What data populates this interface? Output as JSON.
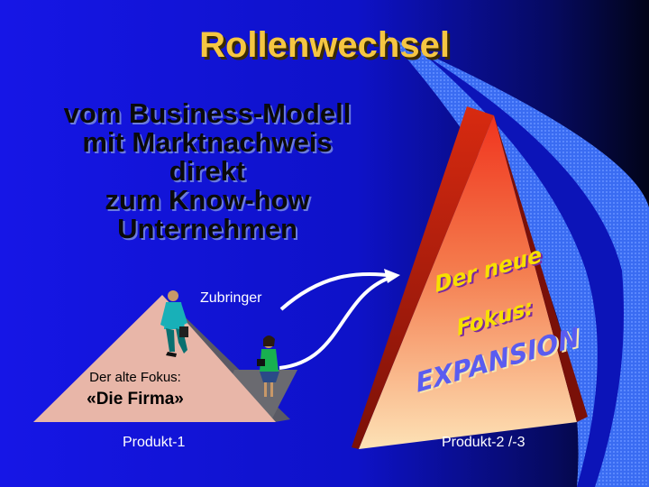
{
  "slide": {
    "title": "Rollenwechsel",
    "subtitle_lines": [
      "vom Business-Modell",
      "mit Marktnachweis",
      "direkt",
      "zum Know-how",
      "Unternehmen"
    ],
    "feeder_label": "Zubringer",
    "old_focus": {
      "label": "Der alte Fokus:",
      "name": "«Die Firma»",
      "product": "Produkt-1"
    },
    "new_focus": {
      "line1": "Der neue",
      "line2": "Fokus:",
      "line3": "EXPANSION",
      "product": "Produkt-2 /-3"
    },
    "colors": {
      "background": "#1414e0",
      "title": "#f5c642",
      "old_pyramid": "#e8b6a8",
      "new_pyramid_top": "#f0402a",
      "new_pyramid_bottom": "#fde0b0",
      "accent_text": "#f7e000",
      "expansion_text": "#5a5cf0"
    },
    "icons": [
      "businessman-icon",
      "businesswoman-icon",
      "curved-arrow-icon"
    ]
  }
}
